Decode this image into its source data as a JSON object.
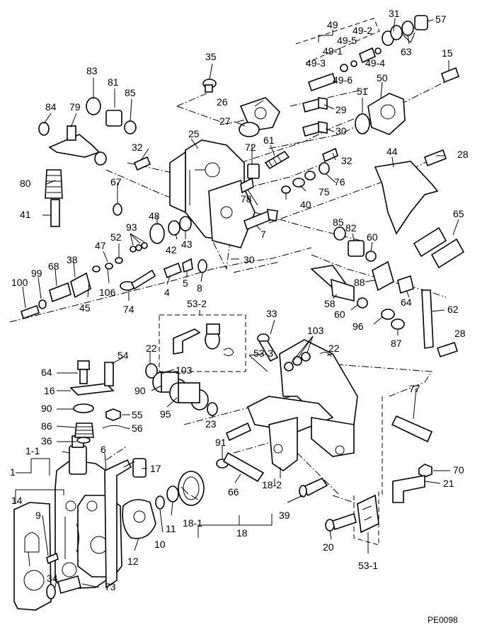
{
  "drawing_code": "PE0098",
  "labels": {
    "p1": "1",
    "p1_1": "1-1",
    "p4": "4",
    "p5": "5",
    "p6": "6",
    "p7": "7",
    "p8": "8",
    "p9": "9",
    "p10": "10",
    "p11": "11",
    "p12": "12",
    "p14": "14",
    "p15": "15",
    "p16": "16",
    "p17": "17",
    "p18": "18",
    "p18_1": "18-1",
    "p18_2": "18-2",
    "p20": "20",
    "p21": "21",
    "p22": "22",
    "p23": "23",
    "p25": "25",
    "p26": "26",
    "p27": "27",
    "p28": "28",
    "p29": "29",
    "p30": "30",
    "p31": "31",
    "p32": "32",
    "p33": "33",
    "p34": "34",
    "p35": "35",
    "p36": "36",
    "p38": "38",
    "p39": "39",
    "p40": "40",
    "p41": "41",
    "p42": "42",
    "p43": "43",
    "p44": "44",
    "p45": "45",
    "p47": "47",
    "p48": "48",
    "p49": "49",
    "p49_1": "49-1",
    "p49_2": "49-2",
    "p49_3": "49-3",
    "p49_4": "49-4",
    "p49_5": "49-5",
    "p49_6": "49-6",
    "p50": "50",
    "p51": "51",
    "p52": "52",
    "p53_1": "53-1",
    "p53_2": "53-2",
    "p53_3": "53-3",
    "p54": "54",
    "p55": "55",
    "p56": "56",
    "p57": "57",
    "p58": "58",
    "p60": "60",
    "p61": "61",
    "p62": "62",
    "p63": "63",
    "p64": "64",
    "p65": "65",
    "p66": "66",
    "p67": "67",
    "p68": "68",
    "p70": "70",
    "p72": "72",
    "p73": "73",
    "p74": "74",
    "p75": "75",
    "p76": "76",
    "p77": "77",
    "p78": "78",
    "p79": "79",
    "p80": "80",
    "p81": "81",
    "p82": "82",
    "p83": "83",
    "p84": "84",
    "p85": "85",
    "p86": "86",
    "p87": "87",
    "p88": "88",
    "p90": "90",
    "p91": "91",
    "p93": "93",
    "p95": "95",
    "p96": "96",
    "p99": "99",
    "p100": "100",
    "p103": "103",
    "p106": "106"
  }
}
